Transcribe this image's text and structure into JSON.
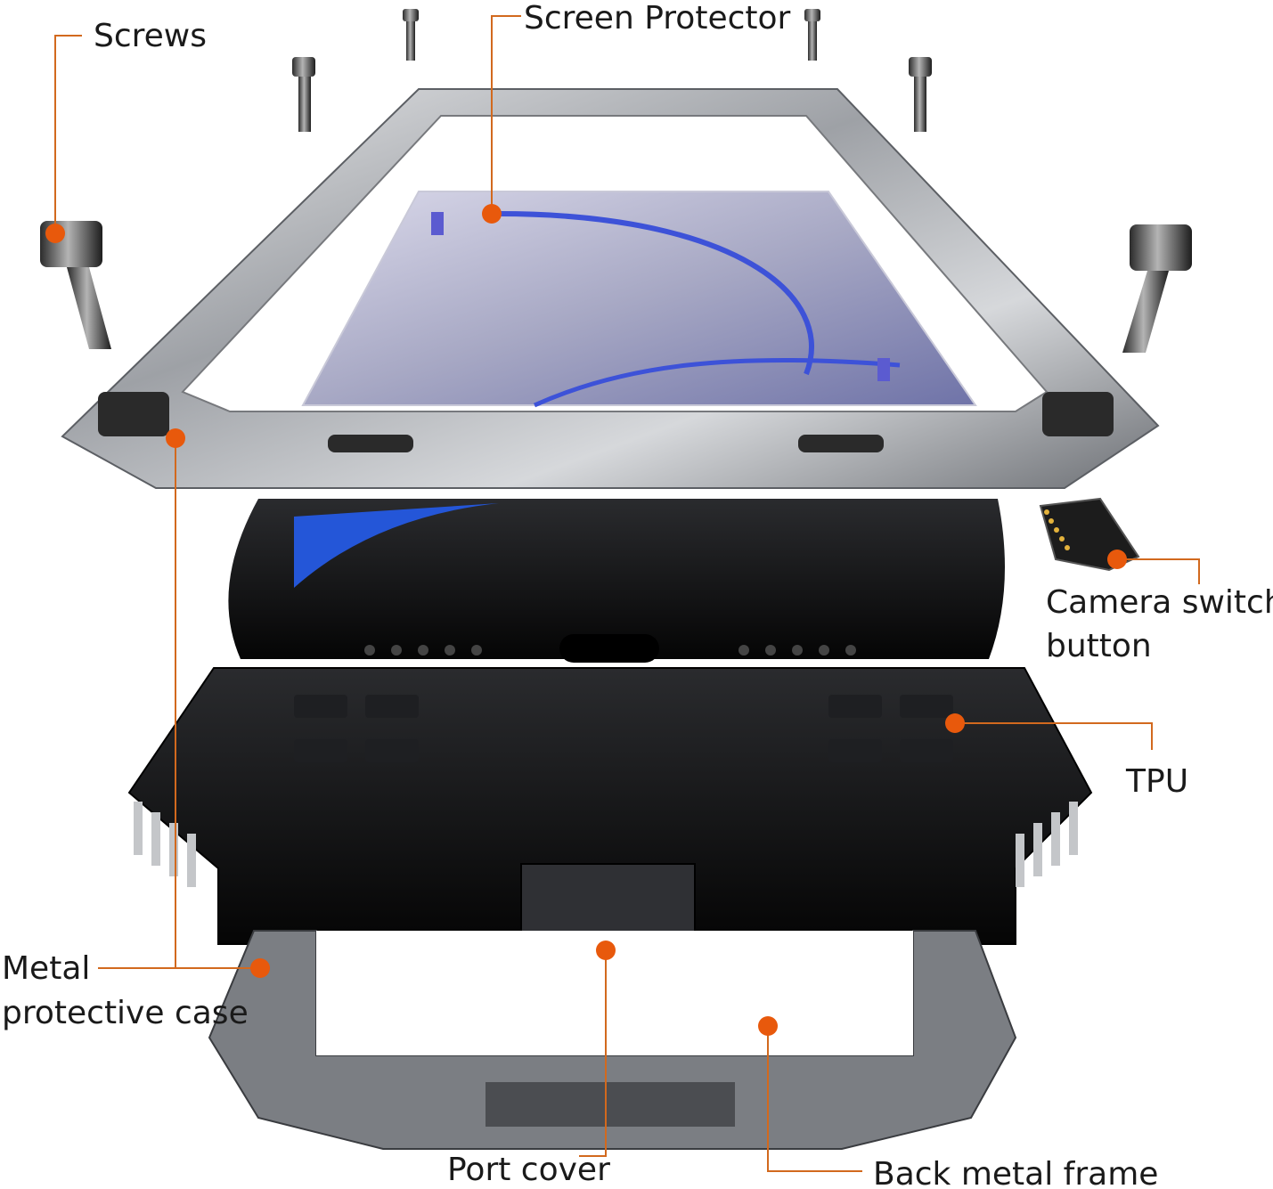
{
  "labels": {
    "screws": "Screws",
    "screen_protector": "Screen Protector",
    "camera_switch_line1": "Camera switch",
    "camera_switch_line2": "button",
    "tpu": "TPU",
    "metal_case_line1": "Metal",
    "metal_case_line2": "protective case",
    "port_cover": "Port cover",
    "back_metal_frame": "Back metal frame"
  },
  "colors": {
    "callout": "#e8590c",
    "leader": "#d2691e",
    "metal": "#b9bcc0",
    "black_case": "#111111",
    "screen_blue": "#2a4fd6"
  }
}
